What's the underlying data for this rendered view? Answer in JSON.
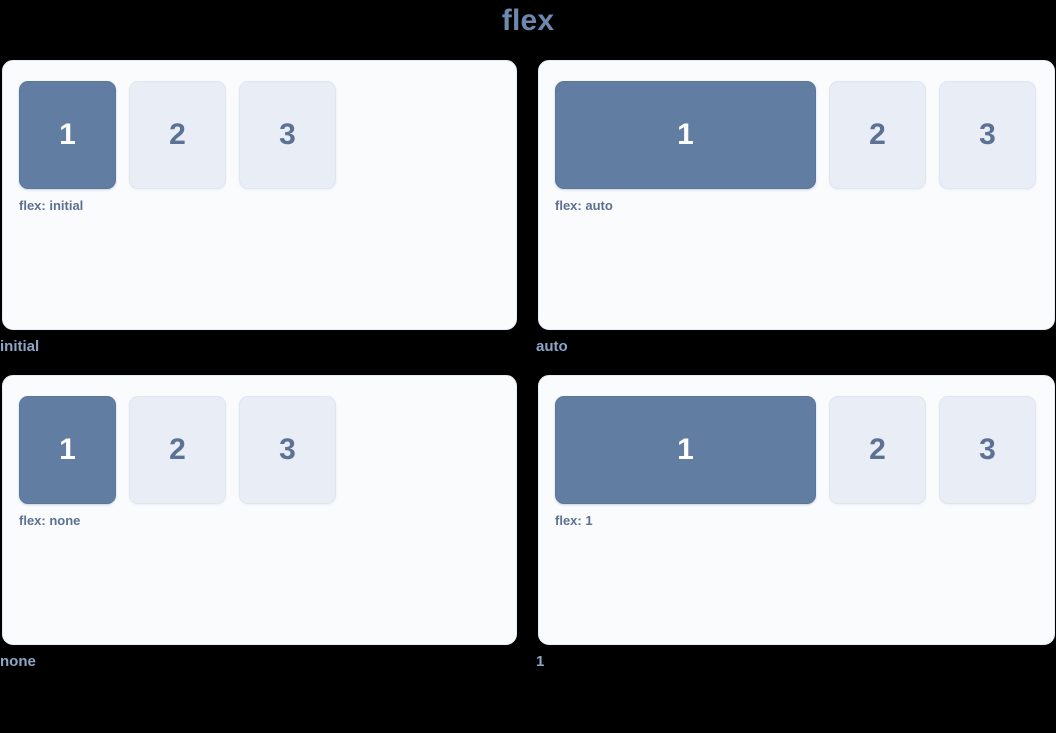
{
  "title": "flex",
  "theme": {
    "background": "#000000",
    "title_color": "#6d89b0",
    "card_background": "#f9fbfd",
    "card_border": "#e6ecf5",
    "box_active_fill": "#627da2",
    "box_active_text": "#ffffff",
    "box_plain_fill": "#e8edf6",
    "box_plain_text": "#5b7294",
    "caption_color": "#5c7191",
    "cell_label_color": "#8da6c8"
  },
  "demos": [
    {
      "cell_label": "initial",
      "caption": "flex: initial",
      "boxes": [
        "1",
        "2",
        "3"
      ]
    },
    {
      "cell_label": "auto",
      "caption": "flex: auto",
      "boxes": [
        "1",
        "2",
        "3"
      ]
    },
    {
      "cell_label": "none",
      "caption": "flex: none",
      "boxes": [
        "1",
        "2",
        "3"
      ]
    },
    {
      "cell_label": "1",
      "caption": "flex: 1",
      "boxes": [
        "1",
        "2",
        "3"
      ]
    }
  ]
}
